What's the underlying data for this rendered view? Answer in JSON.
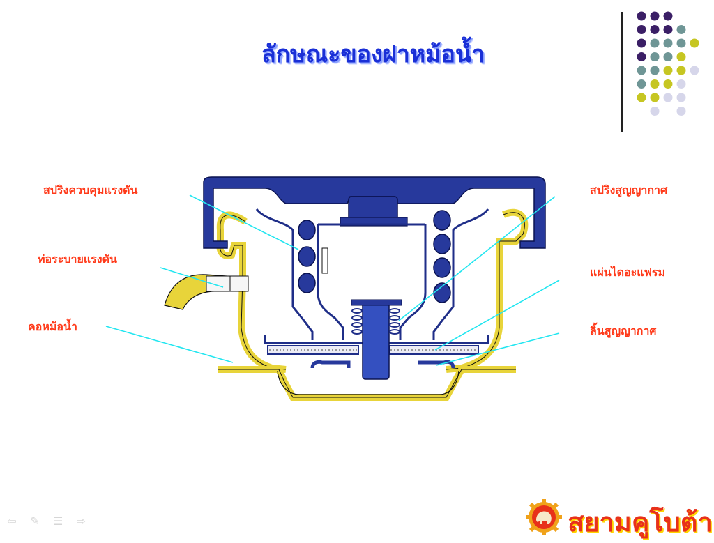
{
  "slide": {
    "title": "ลักษณะของฝาหม้อน้ำ"
  },
  "callouts": {
    "left": [
      "สปริงควบคุมแรงดัน",
      "ท่อระบายแรงดัน",
      "คอหม้อน้ำ"
    ],
    "right": [
      "สปริงสูญญากาศ",
      "แผ่นไดอะแฟรม",
      "ลิ้นสูญญากาศ"
    ]
  },
  "logo": {
    "text": "สยามคูโบต้า"
  },
  "nav": {
    "icons": [
      "prev-arrow-icon",
      "pen-icon",
      "menu-icon",
      "next-arrow-icon"
    ]
  },
  "colors": {
    "title": "#1a2fd6",
    "callout_text": "#ff3a1a",
    "leader_line": "#22e6f0",
    "cap_blue": "#27399c",
    "neck_yellow": "#e8d43a",
    "logo_red": "#e8311a",
    "dot_purple": "#3b1f66",
    "dot_teal": "#6f9696",
    "dot_olive": "#c6c622",
    "dot_lavender": "#d6d6ea"
  }
}
